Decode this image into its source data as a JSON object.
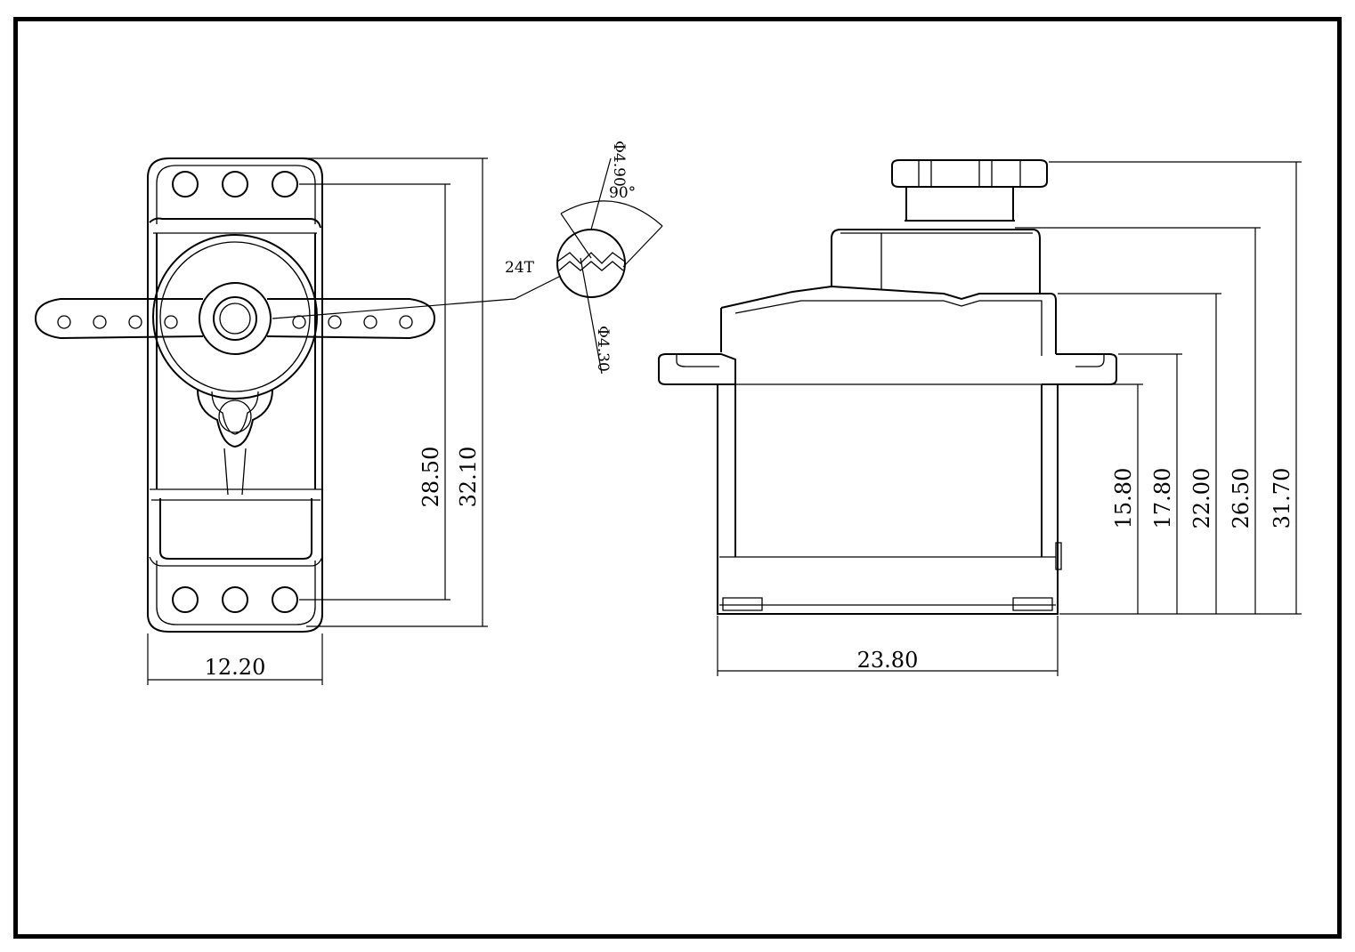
{
  "front_view": {
    "width_label": "12.20",
    "hole_pitch_label": "28.50",
    "overall_height_label": "32.10"
  },
  "spline_detail": {
    "teeth_label": "24T",
    "outer_dia_label": "Φ4.90",
    "inner_dia_label": "Φ4.30",
    "angle_label": "90°"
  },
  "side_view": {
    "length_label": "23.80",
    "heights": [
      "15.80",
      "17.80",
      "22.00",
      "26.50",
      "31.70"
    ]
  }
}
